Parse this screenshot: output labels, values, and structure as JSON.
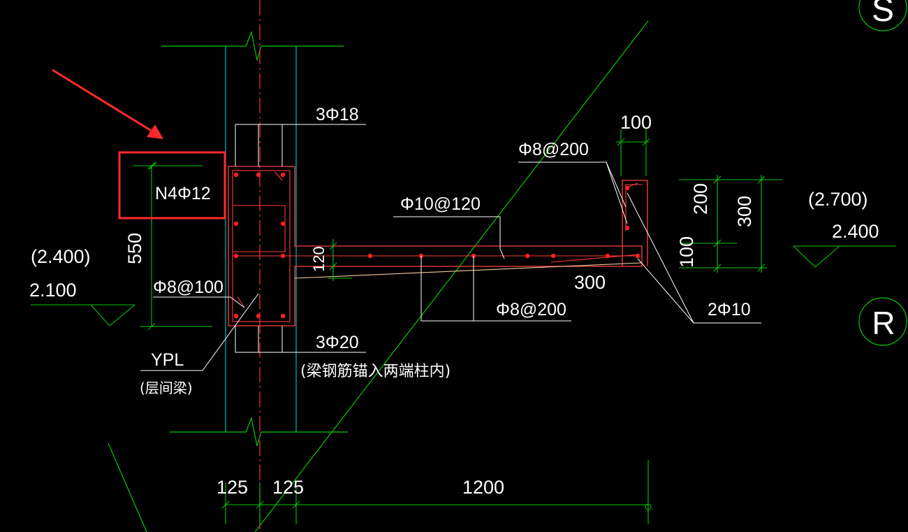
{
  "labels": {
    "bar_top": "3Φ18",
    "bar_bottom": "3Φ20",
    "bar_bottom_note": "(梁钢筋锚入两端柱内)",
    "stirrup_column": "Φ8@100",
    "stirrup_slab_top": "Φ10@120",
    "stirrup_slab_bottom": "Φ8@200",
    "stirrup_upstand": "Φ8@200",
    "waist_bar": "N4Φ12",
    "edge_bars": "2Φ10",
    "beam_name": "YPL",
    "beam_note": "(层间梁)"
  },
  "dimensions": {
    "beam_depth": "550",
    "slab_thickness": "120",
    "slab_bottom_offset": "300",
    "upstand_width": "100",
    "upstand_top_part": "200",
    "upstand_total": "300",
    "upstand_bottom_part": "100",
    "bottom_left_1": "125",
    "bottom_left_2": "125",
    "bottom_span": "1200"
  },
  "elevations": {
    "left_paren": "(2.400)",
    "left_value": "2.100",
    "right_paren": "(2.700)",
    "right_value": "2.400"
  },
  "axes": {
    "top_right_partial": "S",
    "right": "R"
  },
  "colors": {
    "background": "#000000",
    "text": "#ffffff",
    "dim_lines": "#00c800",
    "rebar_dots": "#ff2020",
    "outline": "#ff4040",
    "column_lines": "#00b8c8",
    "highlight_box": "#ff2a2a"
  }
}
